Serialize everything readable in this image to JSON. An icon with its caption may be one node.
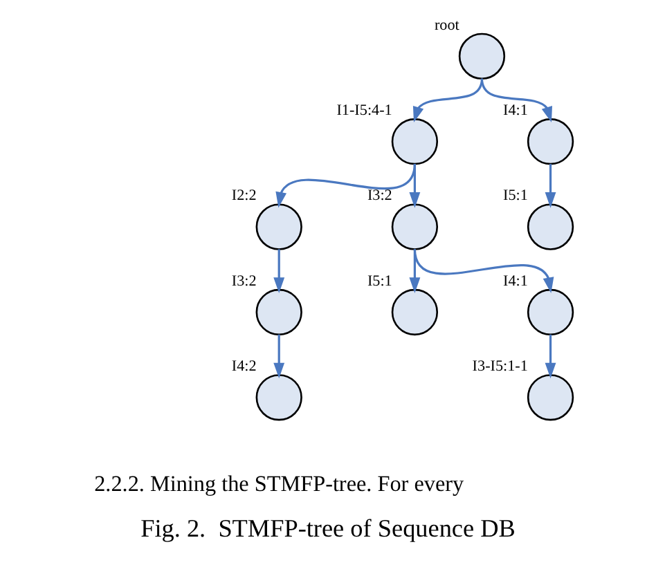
{
  "diagram": {
    "caption": "Fig. 2.  STMFP-tree of Sequence DB",
    "nodes": [
      {
        "text": [],
        "shape": "circle",
        "beside": [
          "root"
        ]
      },
      {
        "text": [],
        "shape": "circle",
        "beside": [
          "I1-I5:4-1"
        ]
      },
      {
        "text": [],
        "shape": "circle",
        "beside": [
          "I4:1"
        ]
      },
      {
        "text": [],
        "shape": "circle",
        "beside": [
          "I2:2"
        ]
      },
      {
        "text": [],
        "shape": "circle",
        "beside": [
          "I3:2"
        ]
      },
      {
        "text": [],
        "shape": "circle",
        "beside": [
          "I5:1"
        ]
      },
      {
        "text": [],
        "shape": "circle",
        "beside": [
          "I3:2"
        ]
      },
      {
        "text": [],
        "shape": "circle",
        "beside": [
          "I5:1"
        ]
      },
      {
        "text": [],
        "shape": "circle",
        "beside": [
          "I4:1"
        ]
      },
      {
        "text": [],
        "shape": "circle",
        "beside": [
          "I4:2"
        ]
      },
      {
        "text": [],
        "shape": "circle",
        "beside": [
          "I3-I5:1-1"
        ]
      }
    ],
    "edges": [
      {
        "from": 0,
        "to": 1,
        "arrow": "to"
      },
      {
        "from": 0,
        "to": 2,
        "arrow": "to"
      },
      {
        "from": 1,
        "to": 3,
        "arrow": "to"
      },
      {
        "from": 1,
        "to": 4,
        "arrow": "to"
      },
      {
        "from": 2,
        "to": 5,
        "arrow": "to"
      },
      {
        "from": 3,
        "to": 6,
        "arrow": "to"
      },
      {
        "from": 4,
        "to": 7,
        "arrow": "to"
      },
      {
        "from": 4,
        "to": 8,
        "arrow": "to"
      },
      {
        "from": 6,
        "to": 9,
        "arrow": "to"
      },
      {
        "from": 8,
        "to": 10,
        "arrow": "to"
      }
    ],
    "labels": [
      "2.2.2. Mining the STMFP-tree. For every"
    ]
  }
}
